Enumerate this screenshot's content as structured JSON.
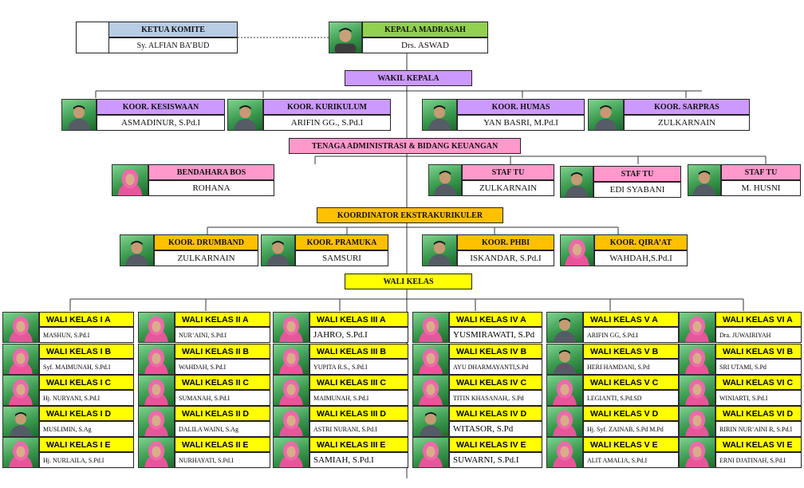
{
  "ketua_komite": {
    "title": "KETUA KOMITE",
    "name": "Sy. ALFIAN BA’BUD"
  },
  "kepala": {
    "title": "KEPALA MADRASAH",
    "name": "Drs. ASWAD"
  },
  "wakil": {
    "title": "WAKIL KEPALA"
  },
  "koor": [
    {
      "title": "KOOR. KESISWAAN",
      "name": "ASMADINUR, S.Pd.I",
      "photo": "male"
    },
    {
      "title": "KOOR. KURIKULUM",
      "name": "ARIFIN GG., S.Pd.I",
      "photo": "male"
    },
    {
      "title": "KOOR. HUMAS",
      "name": "YAN BASRI, M.Pd.I",
      "photo": "male"
    },
    {
      "title": "KOOR. SARPRAS",
      "name": "ZULKARNAIN",
      "photo": "male"
    }
  ],
  "tenaga": {
    "title": "TENAGA ADMINISTRASI & BIDANG KEUANGAN"
  },
  "admin": [
    {
      "title": "BENDAHARA BOS",
      "name": "ROHANA",
      "photo": "female"
    },
    {
      "title": "STAF TU",
      "name": "ZULKARNAIN",
      "photo": "male"
    },
    {
      "title": "STAF TU",
      "name": "EDI SYABANI",
      "photo": "male"
    },
    {
      "title": "STAF TU",
      "name": "M. HUSNI",
      "photo": "male"
    }
  ],
  "ekstra": {
    "title": "KOORDINATOR EKSTRAKURIKULER"
  },
  "ekskul": [
    {
      "title": "KOOR. DRUMBAND",
      "name": "ZULKARNAIN",
      "photo": "male"
    },
    {
      "title": "KOOR. PRAMUKA",
      "name": "SAMSURI",
      "photo": "male"
    },
    {
      "title": "KOOR. PHBI",
      "name": "ISKANDAR, S.Pd.I",
      "photo": "male"
    },
    {
      "title": "KOOR. QIRA’AT",
      "name": "WAHDAH,S.Pd.I",
      "photo": "female"
    }
  ],
  "wali_kelas": {
    "title": "WALI KELAS"
  },
  "classes": [
    [
      {
        "title": "WALI KELAS I A",
        "name": "MASHUN, S.Pd.I",
        "photo": "female"
      },
      {
        "title": "WALI KELAS I B",
        "name": "Syf. MAIMUNAH, S.Pd.I",
        "photo": "female"
      },
      {
        "title": "WALI KELAS I C",
        "name": "Hj. NURYANI, S.Pd.I",
        "photo": "female"
      },
      {
        "title": "WALI KELAS I D",
        "name": "MUSLIMIN, S.Ag",
        "photo": "male"
      },
      {
        "title": "WALI KELAS I E",
        "name": "Hj. NURLAILA, S.Pd.I",
        "photo": "female"
      }
    ],
    [
      {
        "title": "WALI KELAS II A",
        "name": "NUR’AINI, S.Pd.I",
        "photo": "female"
      },
      {
        "title": "WALI KELAS II B",
        "name": "WAHDAH, S.Pd.I",
        "photo": "female"
      },
      {
        "title": "WALI KELAS II C",
        "name": "SUMANAH, S.Pd.I",
        "photo": "female"
      },
      {
        "title": "WALI KELAS II D",
        "name": "DALILA WAINI, S.Ag",
        "photo": "female"
      },
      {
        "title": "WALI KELAS II E",
        "name": "NURHAYATI, S.Pd.I",
        "photo": "female"
      }
    ],
    [
      {
        "title": "WALI KELAS III A",
        "name": "JAHRO, S.Pd.I",
        "photo": "female"
      },
      {
        "title": "WALI KELAS III B",
        "name": "YUPITA R.S., S.Pd.I",
        "photo": "female"
      },
      {
        "title": "WALI KELAS III C",
        "name": "MAIMUNAH, S.Pd.I",
        "photo": "female"
      },
      {
        "title": "WALI KELAS III D",
        "name": "ASTRI NURANI, S.Pd.I",
        "photo": "female"
      },
      {
        "title": "WALI KELAS III E",
        "name": "SAMIAH, S.Pd.I",
        "photo": "female"
      }
    ],
    [
      {
        "title": "WALI KELAS IV A",
        "name": "YUSMIRAWATI, S.Pd",
        "photo": "female"
      },
      {
        "title": "WALI KELAS IV B",
        "name": "AYU DHARMAYANTI,S.Pd",
        "photo": "female"
      },
      {
        "title": "WALI KELAS IV C",
        "name": "TITIN KHASANAH,. S.Pd",
        "photo": "female"
      },
      {
        "title": "WALI KELAS IV D",
        "name": "WITASOR, S.Pd",
        "photo": "male"
      },
      {
        "title": "WALI KELAS IV E",
        "name": "SUWARNI, S.Pd.I",
        "photo": "female"
      }
    ],
    [
      {
        "title": "WALI KELAS V A",
        "name": "ARIFIN GG, S.Pd.I",
        "photo": "male"
      },
      {
        "title": "WALI KELAS V B",
        "name": "HERI HAMDANI, S.Pd",
        "photo": "male"
      },
      {
        "title": "WALI KELAS V C",
        "name": "LEGIANTI, S.Pd.SD",
        "photo": "female"
      },
      {
        "title": "WALI KELAS V D",
        "name": "Hj. Syf. ZAINAB, S.Pd M.Pd",
        "photo": "female"
      },
      {
        "title": "WALI KELAS V E",
        "name": "ALIT AMALIA, S.Pd.I",
        "photo": "female"
      }
    ],
    [
      {
        "title": "WALI KELAS VI A",
        "name": "Dra. JUWAIRIYAH",
        "photo": "female"
      },
      {
        "title": "WALI KELAS VI B",
        "name": "SRI UTAMI, S.Pd",
        "photo": "female"
      },
      {
        "title": "WALI KELAS VI C",
        "name": "WINIARTI, S.Pd.I",
        "photo": "female"
      },
      {
        "title": "WALI KELAS VI D",
        "name": "RIRIN NUR’AINI  R, S.Pd.I",
        "photo": "female"
      },
      {
        "title": "WALI KELAS VI E",
        "name": "ERNI DJATINAH, S.Pd.I",
        "photo": "female"
      }
    ]
  ]
}
